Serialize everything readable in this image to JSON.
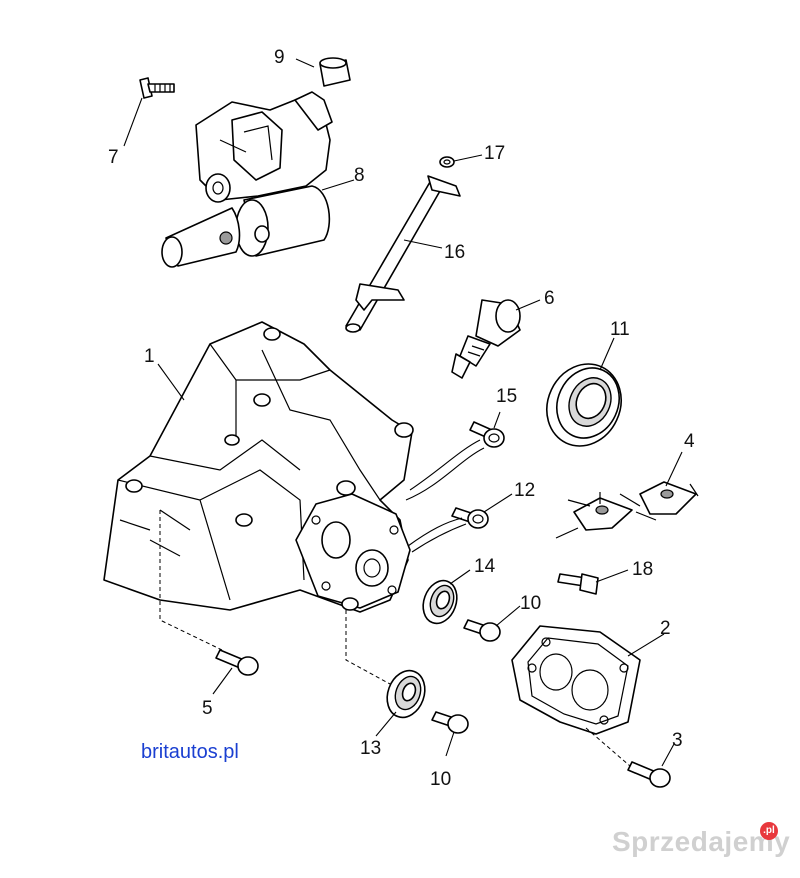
{
  "callouts": [
    {
      "id": "c1",
      "label": "1"
    },
    {
      "id": "c2",
      "label": "2"
    },
    {
      "id": "c3",
      "label": "3"
    },
    {
      "id": "c4",
      "label": "4"
    },
    {
      "id": "c5",
      "label": "5"
    },
    {
      "id": "c6",
      "label": "6"
    },
    {
      "id": "c7",
      "label": "7"
    },
    {
      "id": "c8",
      "label": "8"
    },
    {
      "id": "c9",
      "label": "9"
    },
    {
      "id": "c10a",
      "label": "10"
    },
    {
      "id": "c10b",
      "label": "10"
    },
    {
      "id": "c11",
      "label": "11"
    },
    {
      "id": "c12",
      "label": "12"
    },
    {
      "id": "c13",
      "label": "13"
    },
    {
      "id": "c14",
      "label": "14"
    },
    {
      "id": "c15",
      "label": "15"
    },
    {
      "id": "c16",
      "label": "16"
    },
    {
      "id": "c17",
      "label": "17"
    },
    {
      "id": "c18",
      "label": "18"
    }
  ],
  "source_link": "britautos.pl",
  "watermark": {
    "text": "Sprzedajemy",
    "badge": ".pl"
  },
  "colors": {
    "link": "#1a3fd1",
    "line": "#000000",
    "watermark_badge": "#e8383d"
  }
}
